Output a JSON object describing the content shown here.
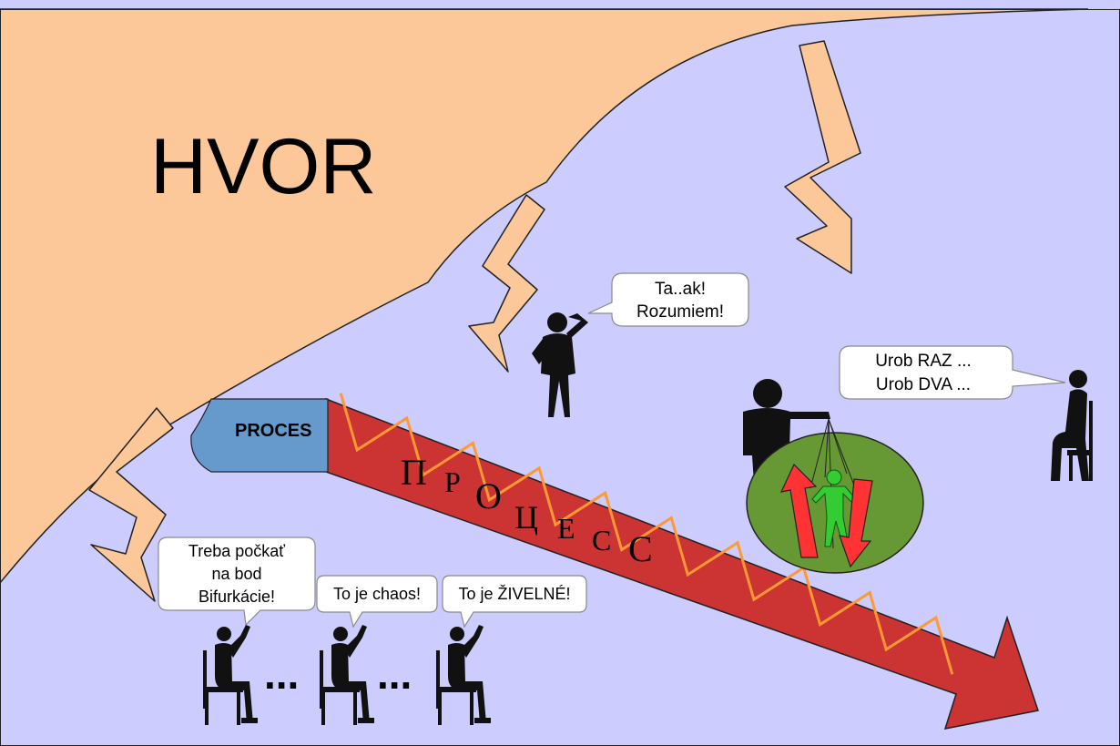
{
  "title": "HVOR",
  "process": {
    "label": "PROCES",
    "cyrillic_letters": [
      "П",
      "Р",
      "О",
      "Ц",
      "Е",
      "С",
      "С"
    ]
  },
  "bubbles": {
    "understand": [
      "Ta..ak!",
      "Rozumiem!"
    ],
    "commander": [
      "Urob RAZ ...",
      "Urob DVA ..."
    ],
    "wait": [
      "Treba počkať",
      "na bod",
      "Bifurkácie!"
    ],
    "chaos": [
      "To je chaos!"
    ],
    "spontaneous": [
      "To je ŽIVELNÉ!"
    ]
  },
  "ellipsis": "...",
  "colors": {
    "background": "#ccccff",
    "hvor": "#fcc89a",
    "arrow": "#cc3333",
    "zigzag": "#ff9933",
    "scroll": "#6699cc",
    "circle": "#669933",
    "puppet": "#33cc33",
    "red_arrows": "#ff3333"
  },
  "icons": [
    "lightning-bolt-icon",
    "person-silhouette-icon",
    "seated-person-icon",
    "puppet-icon",
    "up-arrow-icon",
    "down-arrow-icon"
  ]
}
